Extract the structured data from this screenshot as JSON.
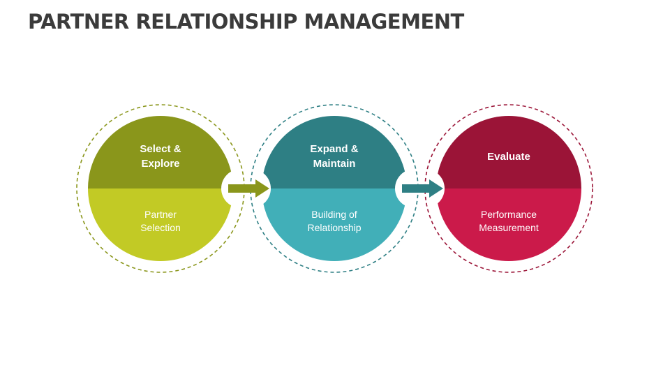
{
  "title": "PARTNER RELATIONSHIP MANAGEMENT",
  "stages": [
    {
      "top_lines": [
        "Select &",
        "Explore"
      ],
      "bottom_lines": [
        "Partner",
        "Selection"
      ],
      "colors": {
        "top": "#8a961b",
        "bottom": "#c2ca25",
        "ring": "#8a961b"
      }
    },
    {
      "top_lines": [
        "Expand &",
        "Maintain"
      ],
      "bottom_lines": [
        "Building of",
        "Relationship"
      ],
      "colors": {
        "top": "#2e7f84",
        "bottom": "#41afb8",
        "ring": "#2e7f84"
      }
    },
    {
      "top_lines": [
        "Evaluate"
      ],
      "bottom_lines": [
        "Performance",
        "Measurement"
      ],
      "colors": {
        "top": "#9b1437",
        "bottom": "#cb1a4a",
        "ring": "#9b1437"
      }
    }
  ],
  "arrows": [
    {
      "color": "#8a961b"
    },
    {
      "color": "#2e7f84"
    }
  ]
}
